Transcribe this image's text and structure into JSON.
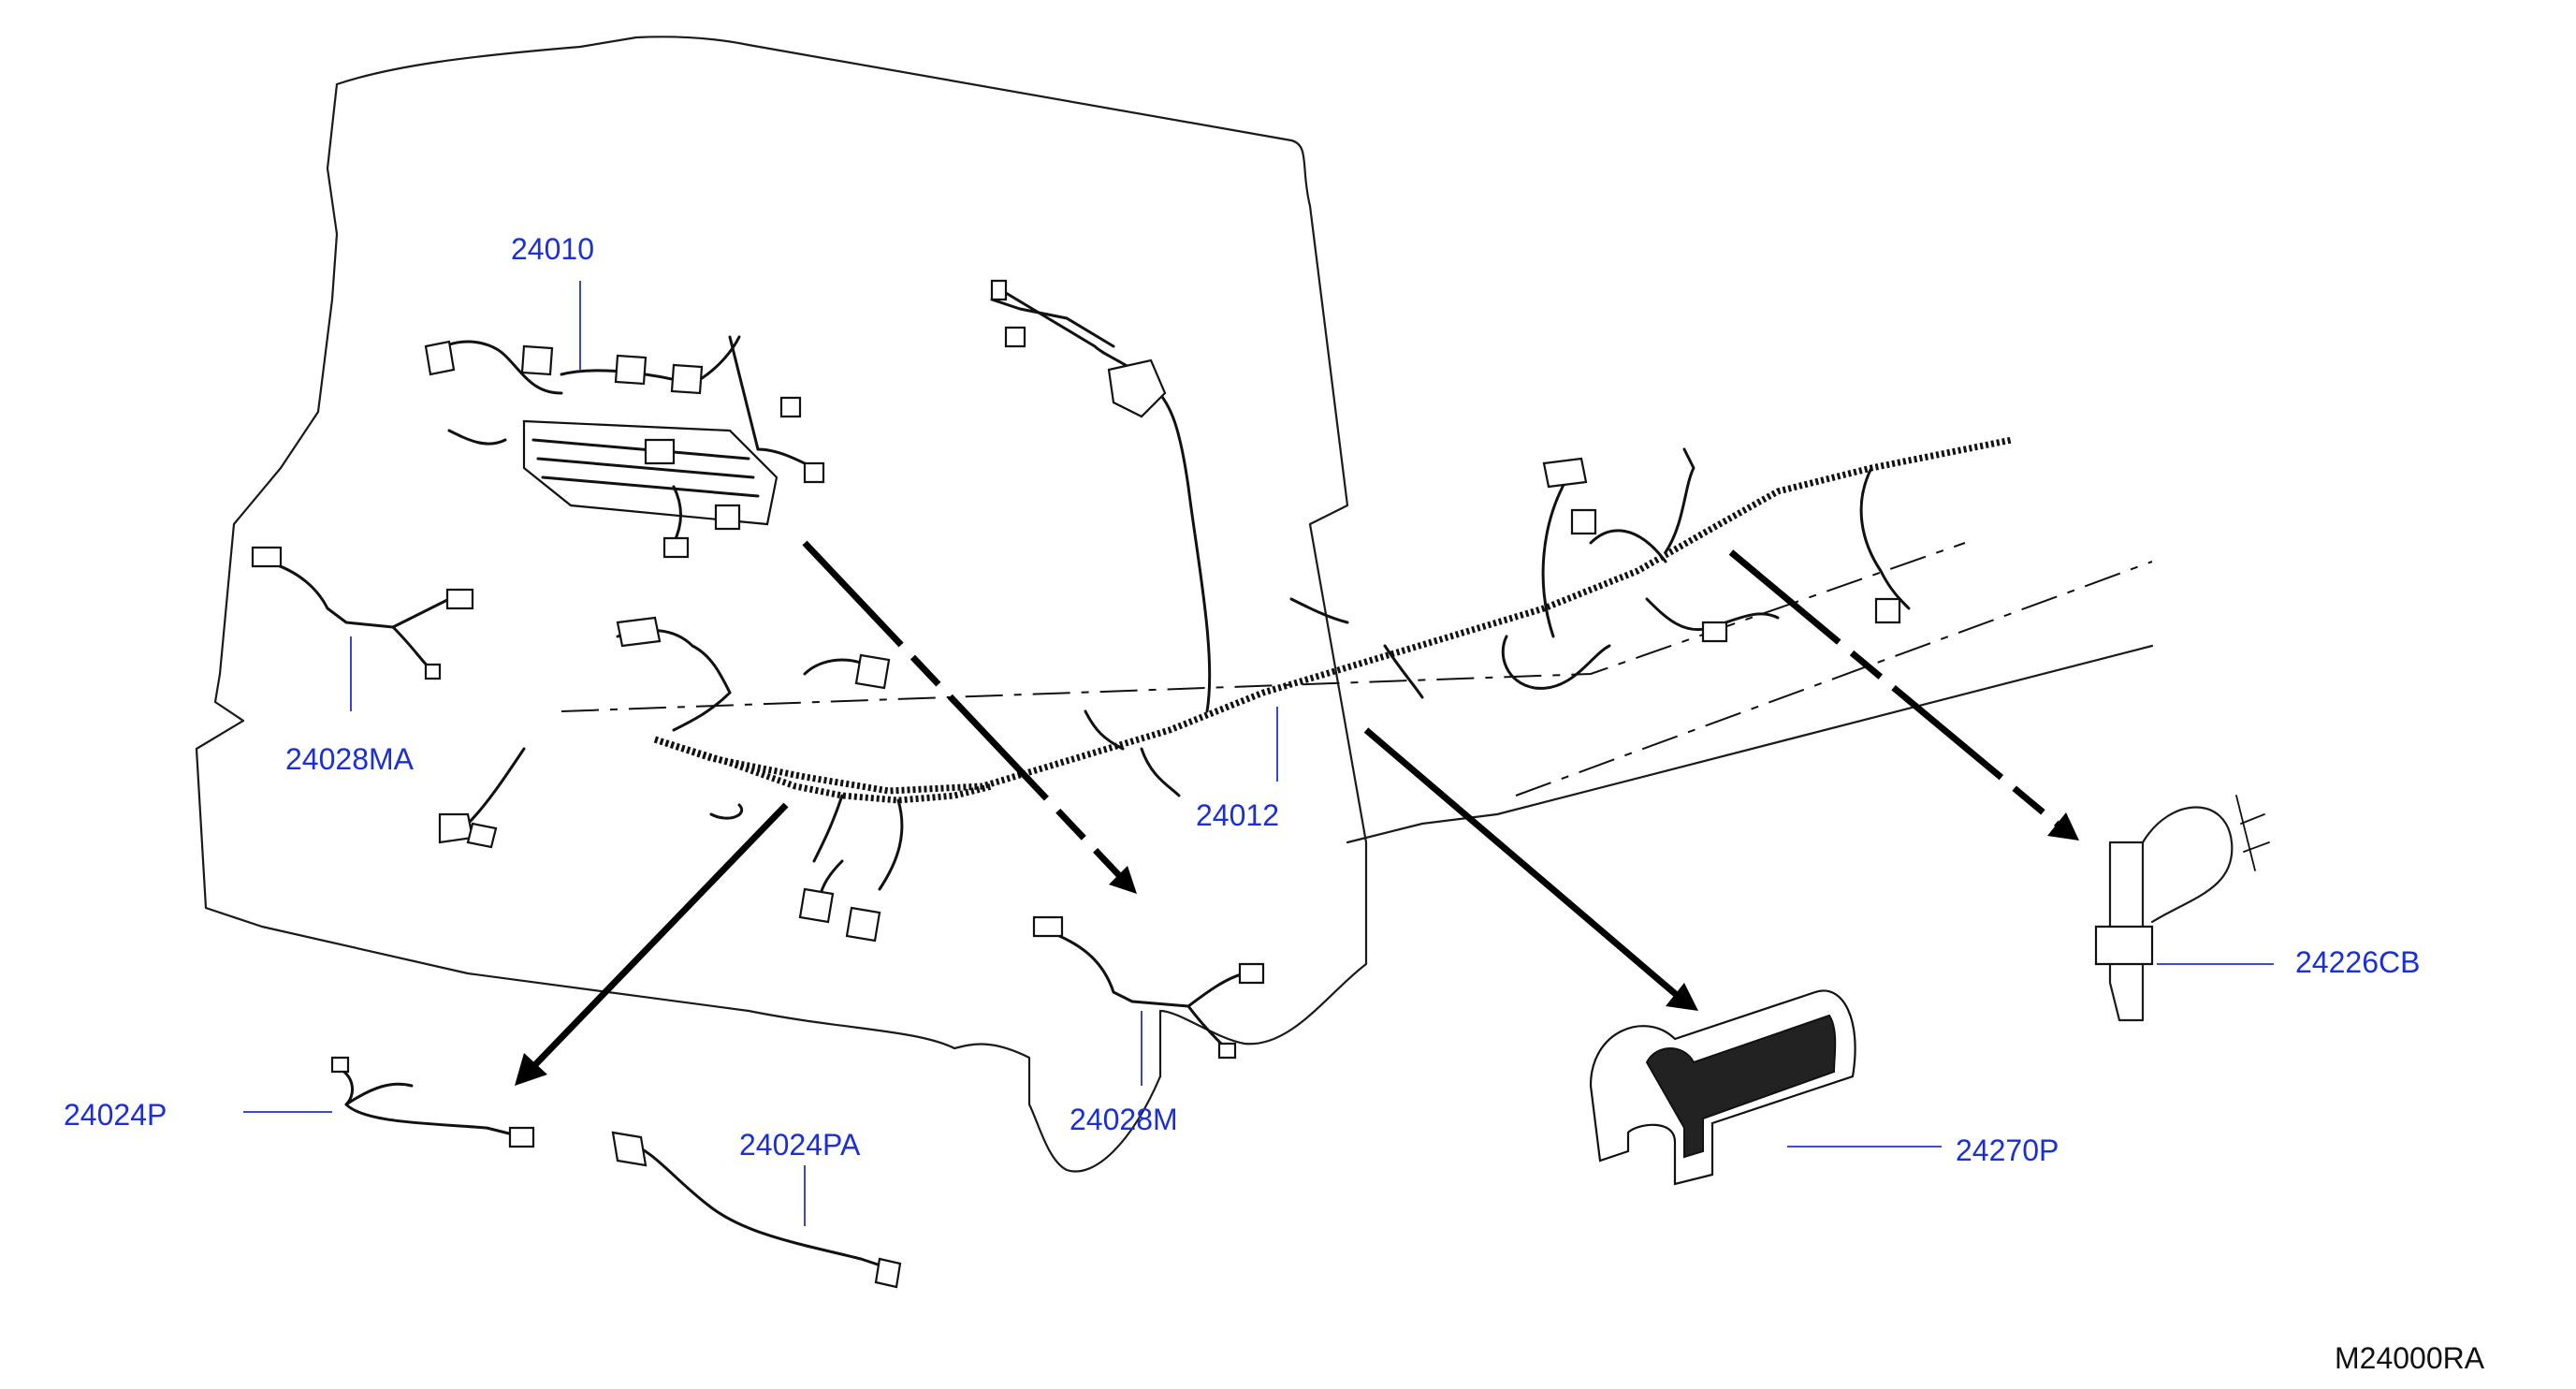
{
  "parts": {
    "p24010": "24010",
    "p24012": "24012",
    "p24028MA": "24028MA",
    "p24028M": "24028M",
    "p24024P": "24024P",
    "p24024PA": "24024PA",
    "p24226CB": "24226CB",
    "p24270P": "24270P"
  },
  "diagram_code": "M24000RA",
  "colors": {
    "label": "#1a2fd6",
    "line": "#111111",
    "background": "#ffffff"
  }
}
